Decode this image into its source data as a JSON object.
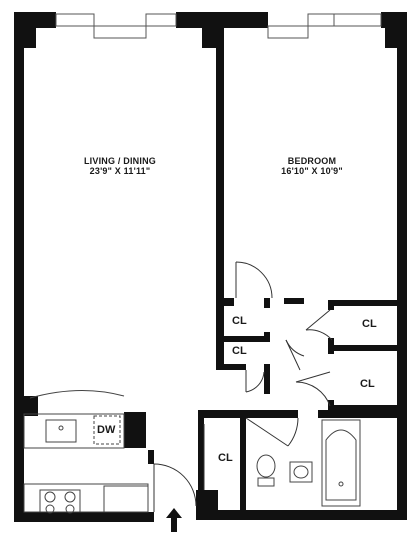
{
  "rooms": {
    "living": {
      "name": "LIVING / DINING",
      "size": "23'9\" X 11'11\""
    },
    "bedroom": {
      "name": "BEDROOM",
      "size": "16'10\" X 10'9\""
    }
  },
  "closets": [
    "CL",
    "CL",
    "CL",
    "CL",
    "CL"
  ],
  "appliances": {
    "dishwasher": "DW"
  },
  "entry_icon": "arrow-up-icon",
  "colors": {
    "wall": "#111111",
    "fixture": "#444444",
    "fill": "#ffffff"
  }
}
